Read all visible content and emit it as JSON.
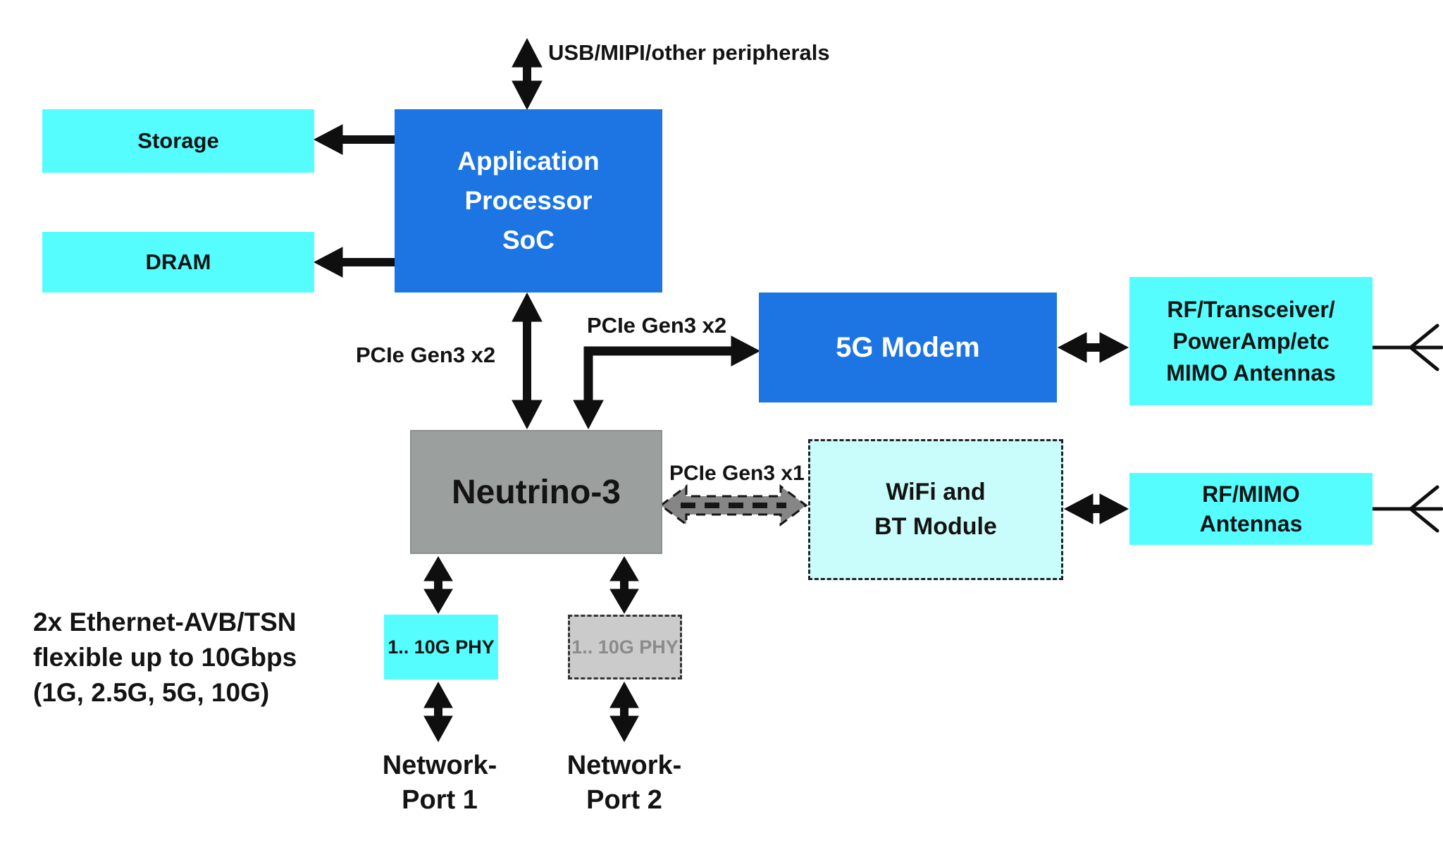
{
  "diagram": {
    "colors": {
      "blue": "#1c75e3",
      "cyan": "#55fdff",
      "pale-cyan": "#c9fdfb",
      "gray": "#9b9f9e",
      "light-gray": "#cbcbcb",
      "arrow-gray": "#868686",
      "ink": "#131313",
      "muted-text": "#8b8b8b"
    },
    "nodes": {
      "storage": {
        "label": "Storage"
      },
      "dram": {
        "label": "DRAM"
      },
      "soc": {
        "line1": "Application",
        "line2": "Processor",
        "line3": "SoC"
      },
      "modem_5g": {
        "label": "5G Modem"
      },
      "rf_transceiver": {
        "line1": "RF/Transceiver/",
        "line2": "PowerAmp/etc",
        "line3": "MIMO Antennas"
      },
      "neutrino": {
        "label": "Neutrino-3"
      },
      "wifi_bt": {
        "line1": "WiFi and",
        "line2": "BT Module"
      },
      "rf_mimo": {
        "line1": "RF/MIMO",
        "line2": "Antennas"
      },
      "phy1": {
        "label": "1.. 10G PHY"
      },
      "phy2": {
        "label": "1.. 10G PHY"
      }
    },
    "edge_labels": {
      "usb": "USB/MIPI/other peripherals",
      "pcie_soc_neutrino": "PCIe Gen3 x2",
      "pcie_soc_modem": "PCIe Gen3 x2",
      "pcie_wifi": "PCIe Gen3 x1"
    },
    "note": {
      "line1": "2x Ethernet-AVB/TSN",
      "line2": "flexible up to 10Gbps",
      "line3": "(1G, 2.5G, 5G, 10G)"
    },
    "ports": {
      "port1": {
        "line1": "Network-",
        "line2": "Port 1"
      },
      "port2": {
        "line1": "Network-",
        "line2": "Port 2"
      }
    }
  }
}
